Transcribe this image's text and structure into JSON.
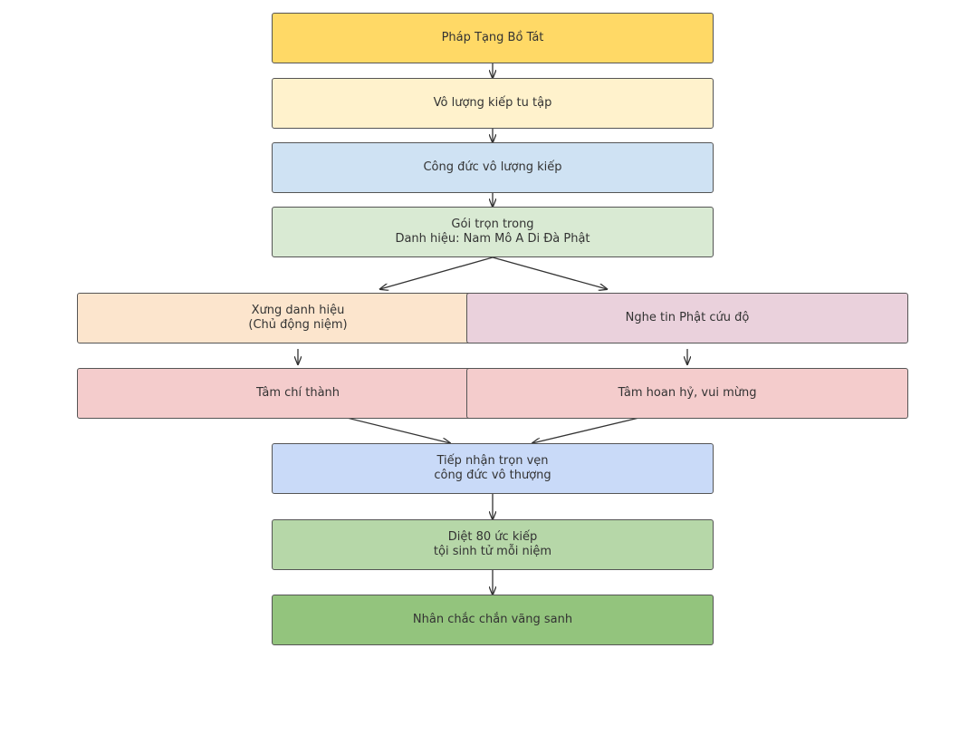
{
  "diagram": {
    "nodes": [
      {
        "id": "n1",
        "lines": [
          "Pháp Tạng Bồ Tát"
        ],
        "color": "#ffd966"
      },
      {
        "id": "n2",
        "lines": [
          "Vô lượng kiếp tu tập"
        ],
        "color": "#fff2cc"
      },
      {
        "id": "n3",
        "lines": [
          "Công đức vô lượng kiếp"
        ],
        "color": "#cfe2f3"
      },
      {
        "id": "n4",
        "lines": [
          "Gói trọn trong",
          "Danh hiệu: Nam Mô A Di Đà Phật"
        ],
        "color": "#d9ead3"
      },
      {
        "id": "n5",
        "lines": [
          "Xưng danh hiệu",
          "(Chủ động niệm)"
        ],
        "color": "#fce5cd"
      },
      {
        "id": "n6",
        "lines": [
          "Nghe tin Phật cứu độ"
        ],
        "color": "#ead1dc"
      },
      {
        "id": "n7",
        "lines": [
          "Tâm chí thành"
        ],
        "color": "#f4cccc"
      },
      {
        "id": "n8",
        "lines": [
          "Tâm hoan hỷ, vui mừng"
        ],
        "color": "#f4cccc"
      },
      {
        "id": "n9",
        "lines": [
          "Tiếp nhận trọn vẹn",
          "công đức vô thượng"
        ],
        "color": "#c9daf8"
      },
      {
        "id": "n10",
        "lines": [
          "Diệt 80 ức kiếp",
          "tội sinh tử mỗi niệm"
        ],
        "color": "#b6d7a8"
      },
      {
        "id": "n11",
        "lines": [
          "Nhân chắc chắn vãng sanh"
        ],
        "color": "#93c47d"
      }
    ],
    "edges": [
      [
        "n1",
        "n2"
      ],
      [
        "n2",
        "n3"
      ],
      [
        "n3",
        "n4"
      ],
      [
        "n4",
        "n5"
      ],
      [
        "n4",
        "n6"
      ],
      [
        "n5",
        "n7"
      ],
      [
        "n6",
        "n8"
      ],
      [
        "n7",
        "n9"
      ],
      [
        "n8",
        "n9"
      ],
      [
        "n9",
        "n10"
      ],
      [
        "n10",
        "n11"
      ]
    ],
    "edge_color": "#333333"
  }
}
